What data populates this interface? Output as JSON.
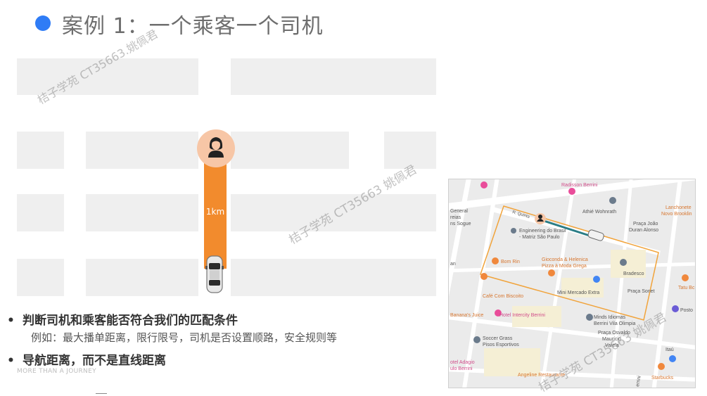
{
  "slide": {
    "title": "案例 1：一个乘客一个司机",
    "route_label": "1km",
    "bullets": {
      "bullet_char": "•",
      "item1": "判断司机和乘客能否符合我们的匹配条件",
      "item1_sub": "例如：最大播单距离，限行限号，司机是否设置顺路，安全规则等",
      "item2": "导航距离，而不是直线距离"
    },
    "brand_tagline": "MORE THAN A JOURNEY",
    "watermarks": [
      "桔子学苑 CT35663.姚佩君",
      "桔子学苑 CT35663 姚佩君",
      "桔子学苑 CT35663 姚佩君"
    ]
  },
  "map": {
    "labels": {
      "radisson": "Radisson Berrini",
      "general": "General",
      "reias": "reias",
      "sogue": "ns Sogue",
      "athie": "Athié Wohnrath",
      "lanchonete": "Lanchonete",
      "novo_brooklin": "Novo Brooklin",
      "quintana": "R. Quinta",
      "engineering1": "Engineering do Brasil",
      "engineering2": "- Matriz São Paulo",
      "praca_joao": "Praça João",
      "duran": "Duran Alonso",
      "gioconda1": "Gioconda & Helenica",
      "gioconda2": "Pizza à Moda Grega",
      "bom_rin": "Bom Rin",
      "bradesco": "Bradesco",
      "cafe": "Café Com Biscoito",
      "mini_mercado": "Mini Mercado Extra",
      "praca_sonet": "Praça Sonet",
      "tatu": "Tatu Bc",
      "banana": "Banana's Juice",
      "hotel_intercity": "Hotel Intercity Berrini",
      "minds1": "Minds Idiomas",
      "minds2": "Berrini Vila Olimpia",
      "posto": "Posto",
      "soccer1": "Soccer Grass",
      "soccer2": "Pisos Esportivos",
      "praca_osvaldo1": "Praça Osvaldo",
      "praca_osvaldo2": "Maurício",
      "praca_osvaldo3": "Varela",
      "hotel_adagio1": "otel Adagio",
      "hotel_adagio2": "ulo Berrini",
      "itau": "Itaú",
      "angeline": "Angeline Restaurante",
      "starbucks": "Starbucks",
      "an": "an",
      "berrini_vert": "errini"
    }
  }
}
